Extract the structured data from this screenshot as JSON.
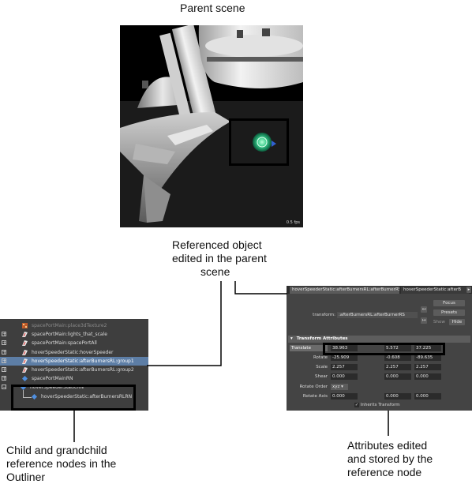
{
  "captions": {
    "parent_scene": "Parent scene",
    "referenced_object": [
      "Referenced object",
      "edited in the parent",
      "scene"
    ],
    "child_nodes": [
      "Child and grandchild",
      "reference nodes in the",
      "Outliner"
    ],
    "attributes_edited": [
      "Attributes edited",
      "and stored by the",
      "reference node"
    ]
  },
  "viewport": {
    "fps": "0.5 fps"
  },
  "outliner": {
    "rows": [
      {
        "label": "spacePortMain:place3dTexture2",
        "expandable": false,
        "icon": "texture-icon",
        "dim": true,
        "selected": false
      },
      {
        "label": "spacePortMain:lights_that_scale",
        "expandable": true,
        "icon": "transform-icon",
        "dim": false,
        "selected": false
      },
      {
        "label": "spacePortMain:spacePortAll",
        "expandable": true,
        "icon": "transform-icon",
        "dim": false,
        "selected": false
      },
      {
        "label": "hoverSpeederStatic:hoverSpeeder",
        "expandable": true,
        "icon": "transform-icon",
        "dim": false,
        "selected": false
      },
      {
        "label": "hoverSpeederStatic:afterBurnersRL:group1",
        "expandable": true,
        "icon": "transform-icon",
        "dim": false,
        "selected": true
      },
      {
        "label": "hoverSpeederStatic:afterBurnersRL:group2",
        "expandable": true,
        "icon": "transform-icon",
        "dim": false,
        "selected": false
      },
      {
        "label": "spacePortMainRN",
        "expandable": true,
        "icon": "reference-node-icon",
        "dim": false,
        "selected": false
      },
      {
        "label": "hoverSpeederStaticRN",
        "expandable": true,
        "icon": "reference-node-icon",
        "dim": false,
        "selected": false
      },
      {
        "label": "hoverSpeederStatic:afterBurnersRLRN",
        "expandable": false,
        "icon": "reference-node-icon",
        "dim": false,
        "selected": false
      }
    ]
  },
  "attribute_editor": {
    "tabs": [
      "hoverSpeederStatic:afterBurnersRL:afterBurnerRS",
      "hoverSpeederStatic:afterB"
    ],
    "transform_label": "transform:",
    "transform_value": ":afterBurnersRL:afterBurnerRS",
    "focus_label": "Focus",
    "presets_label": "Presets",
    "show_label": "Show",
    "hide_label": "Hide",
    "section_title": "Transform Attributes",
    "rows": [
      {
        "label": "Translate",
        "values": [
          "38.963",
          "5.572",
          "37.225"
        ]
      },
      {
        "label": "Rotate",
        "values": [
          "-25.909",
          "-0.608",
          "-89.635"
        ]
      },
      {
        "label": "Scale",
        "values": [
          "2.257",
          "2.257",
          "2.257"
        ]
      },
      {
        "label": "Shear",
        "values": [
          "0.000",
          "0.000",
          "0.000"
        ]
      }
    ],
    "rotate_order_label": "Rotate Order",
    "rotate_order_value": "xyz",
    "rotate_axis_label": "Rotate Axis",
    "rotate_axis_values": [
      "0.000",
      "0.000",
      "0.000"
    ],
    "inherits_label": "Inherits Transform"
  }
}
